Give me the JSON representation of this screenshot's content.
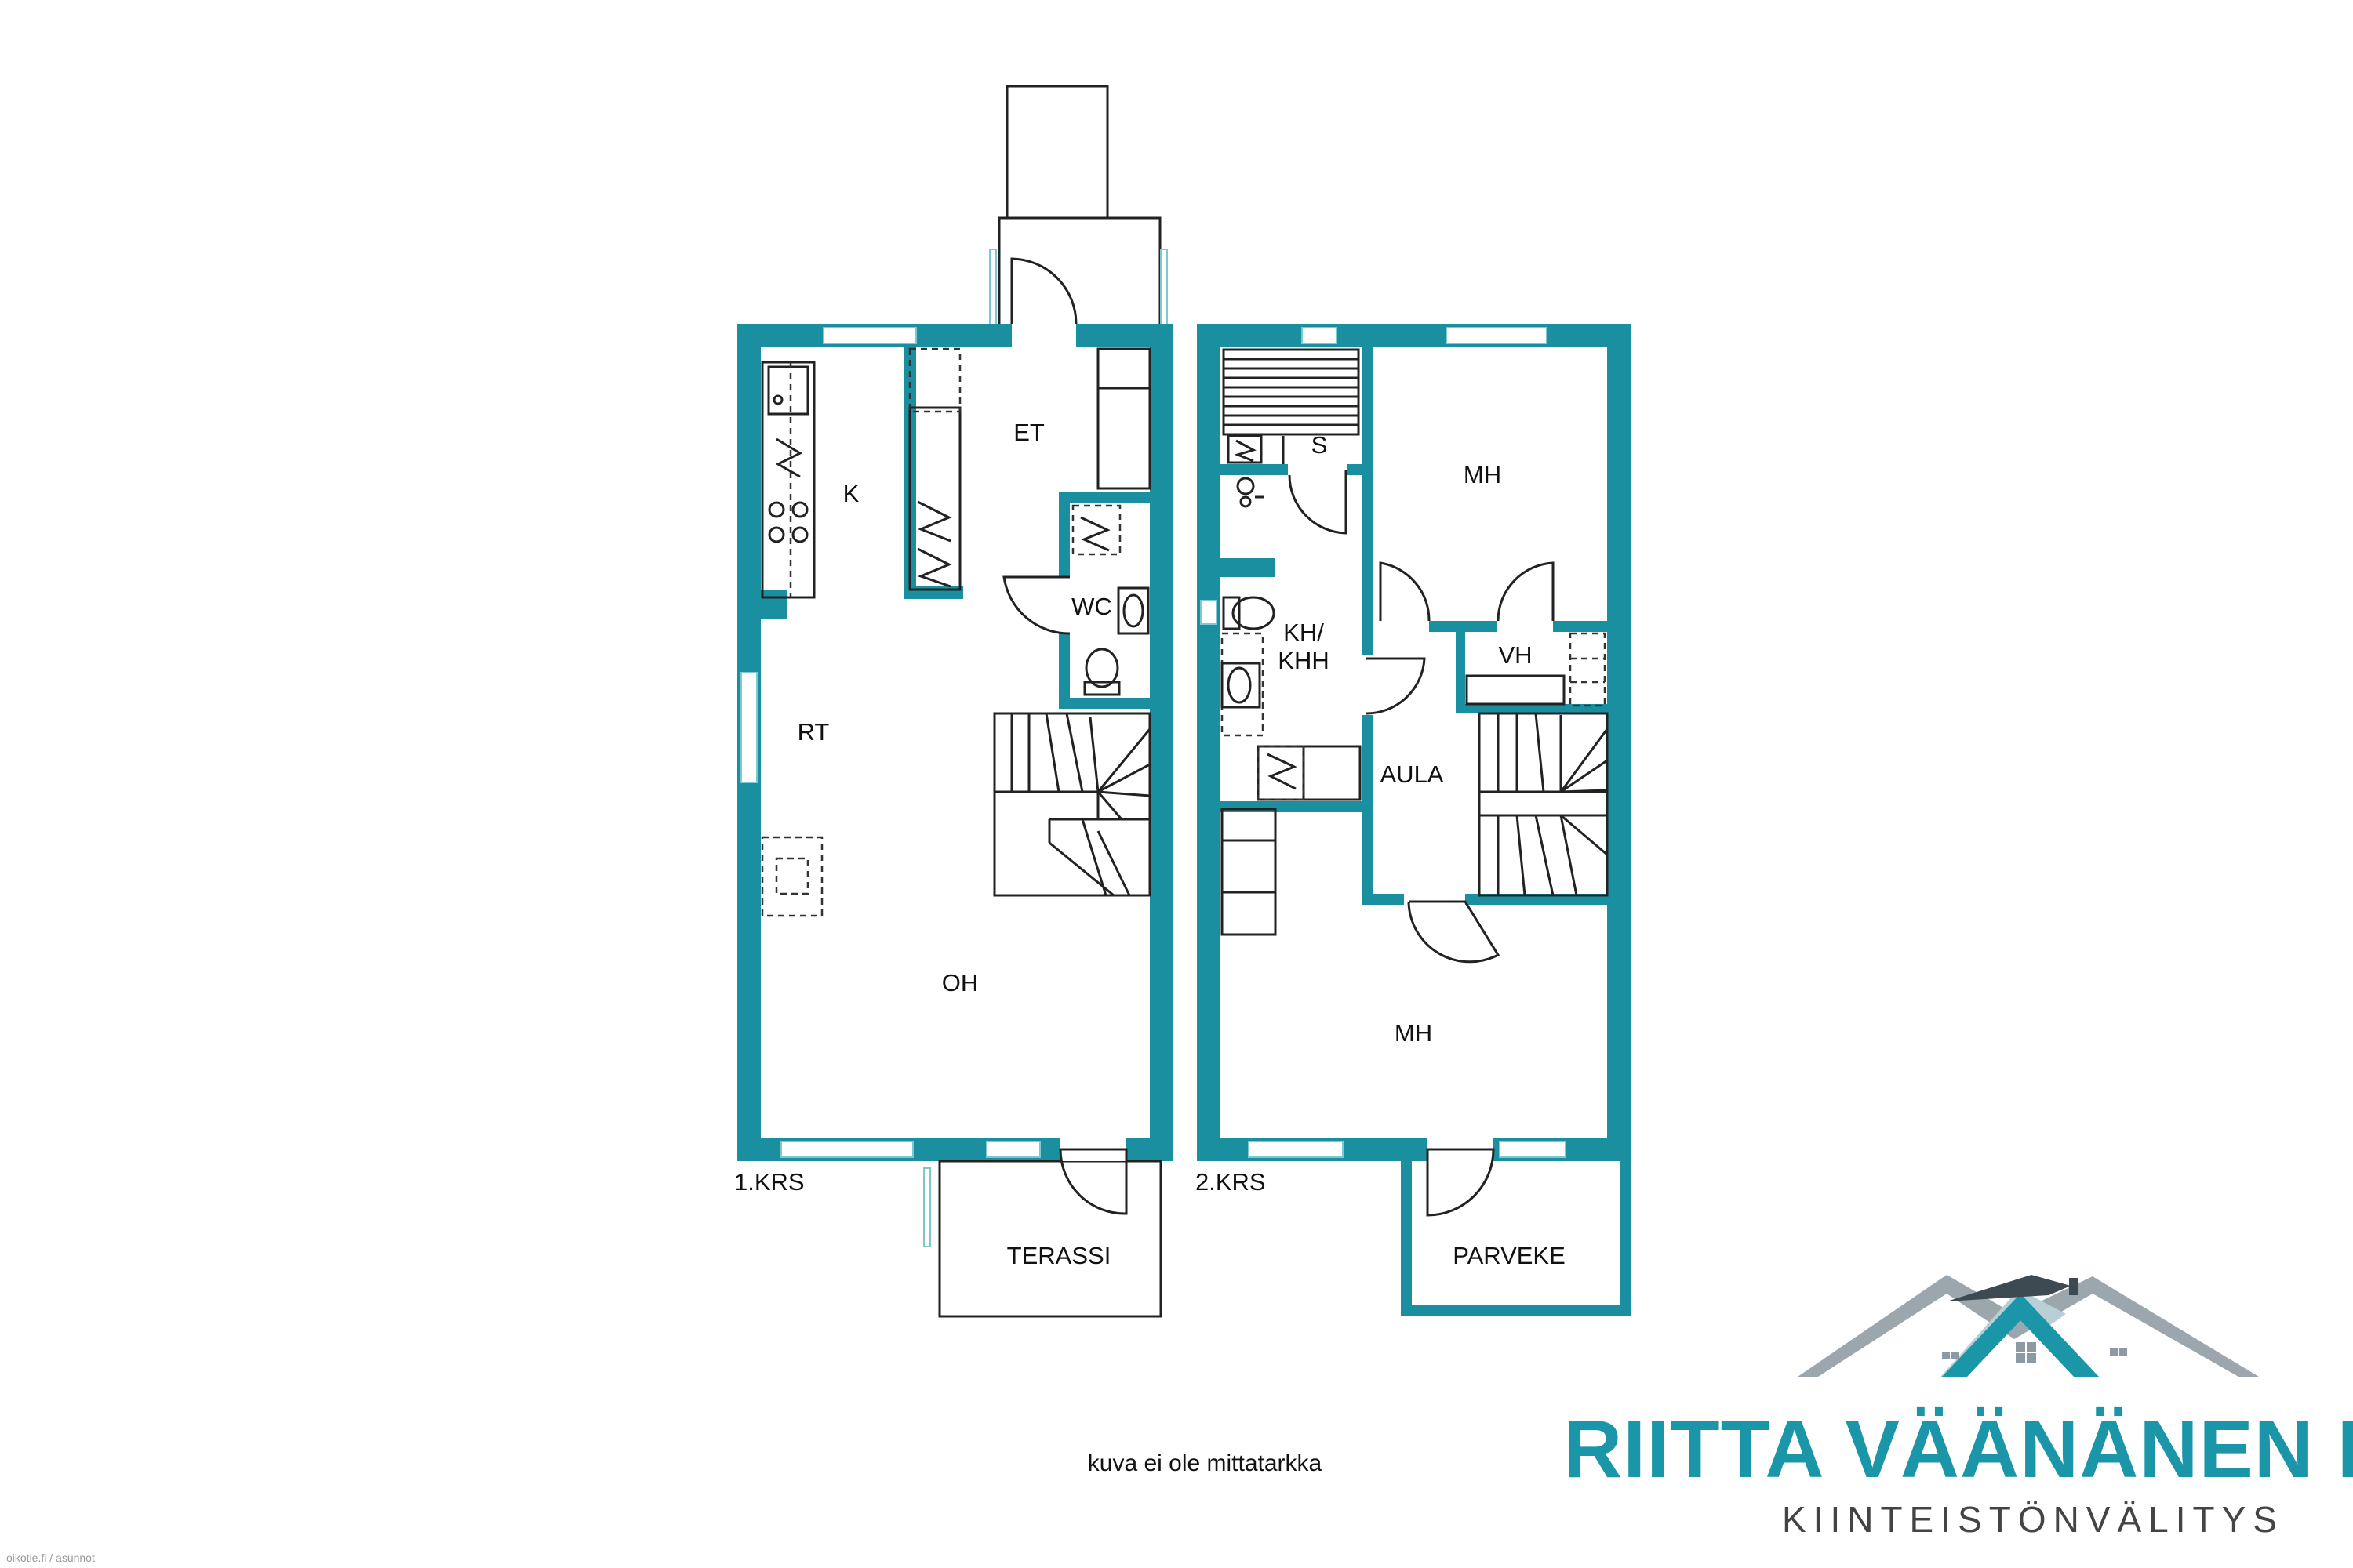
{
  "floors": {
    "first": {
      "label": "1.KRS",
      "rooms": {
        "k": "K",
        "et": "ET",
        "wc": "WC",
        "rt": "RT",
        "oh": "OH",
        "terassi": "TERASSI"
      }
    },
    "second": {
      "label": "2.KRS",
      "rooms": {
        "s": "S",
        "mh_top": "MH",
        "kh_line1": "KH/",
        "kh_line2": "KHH",
        "vh": "VH",
        "aula": "AULA",
        "mh_bottom": "MH",
        "parveke": "PARVEKE"
      }
    }
  },
  "note": "kuva ei ole mittatarkka",
  "brand": {
    "name": "RIITTA VÄÄNÄNEN LKV",
    "subtitle": "KIINTEISTÖNVÄLITYS",
    "colors": {
      "primary": "#1b95a8",
      "gray": "#8e9aa3",
      "dark": "#3d4a52"
    }
  },
  "watermark": "oikotie.fi / asunnot",
  "colors": {
    "wall": "#1a8fa0"
  }
}
